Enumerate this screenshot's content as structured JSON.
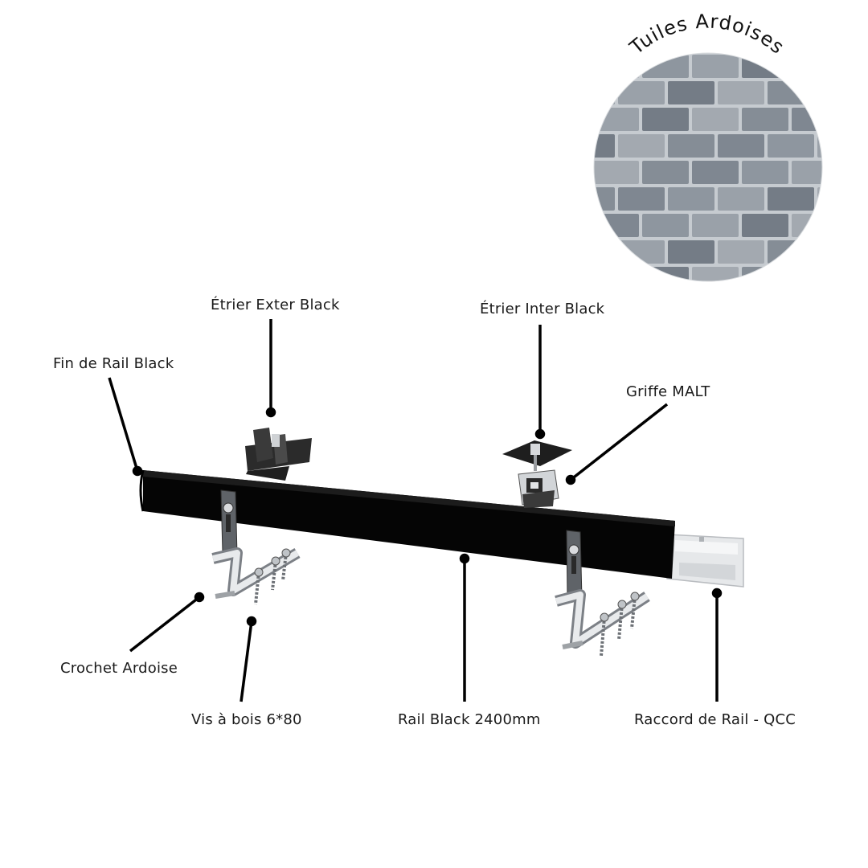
{
  "title": "Tuiles Ardoises",
  "labels": {
    "fin_de_rail": "Fin de Rail Black",
    "etrier_exter": "Étrier Exter Black",
    "etrier_inter": "Étrier Inter Black",
    "griffe_malt": "Griffe MALT",
    "crochet_ardoise": "Crochet Ardoise",
    "vis_a_bois": "Vis à bois 6*80",
    "rail_black": "Rail Black 2400mm",
    "raccord_de_rail": "Raccord de Rail - QCC"
  },
  "colors": {
    "rail": "#050505",
    "slate": "#8a929c",
    "slate_mortar": "#c9ced3",
    "metal": "#c9ccd0",
    "leader": "#000000"
  }
}
